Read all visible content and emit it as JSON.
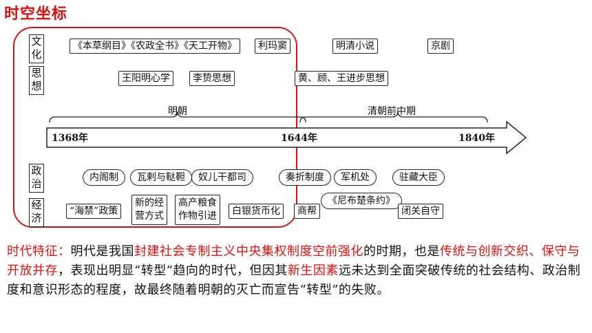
{
  "title": "时空坐标",
  "categories": {
    "culture": "文化",
    "thought": "思想",
    "politics": "政治",
    "economy": "经济"
  },
  "culture_items": {
    "books": "《本草纲目》《农政全书》《天工开物》",
    "ricci": "利玛窦",
    "novels": "明清小说",
    "opera": "京剧"
  },
  "thought_items": {
    "wang": "王阳明心学",
    "li": "李贽思想",
    "huang": "黄、顾、王进步思想"
  },
  "timeline": {
    "ming": "明朝",
    "qing": "清朝前中期",
    "y1368": "1368年",
    "y1644": "1644年",
    "y1840": "1840年"
  },
  "politics_items": {
    "neige": "内阁制",
    "walla": "瓦剌与鞑靼",
    "nurgan": "奴儿干都司",
    "zouzhe": "奏折制度",
    "junji": "军机处",
    "zhuzang": "驻藏大臣"
  },
  "economy_items": {
    "haijin": "“海禁”政策",
    "newform_1": "新的经",
    "newform_2": "营方式",
    "grain_1": "高产粮食",
    "grain_2": "作物引进",
    "silver": "白银货币化",
    "merchant": "商帮",
    "nerchinsk": "《尼布楚条约》",
    "closed": "闭关自守"
  },
  "summary": {
    "label": "时代特征：",
    "t1": "明代是我国",
    "h1": "封建社会专制主义中央集权制度空前强化",
    "t2": "的时期，也是",
    "h2": "传统与创新交织、保守与开放并存",
    "t3": "，表现出明显“转型”趋向的时代，但因其",
    "h3": "新生因素",
    "t4": "远未达到全面突破传统的社会结构、政治制度和意识形态的程度，故最终随着明朝的灭亡而宣告“转型”的失败。"
  },
  "colors": {
    "accent": "#e01010",
    "ink": "#111111"
  }
}
